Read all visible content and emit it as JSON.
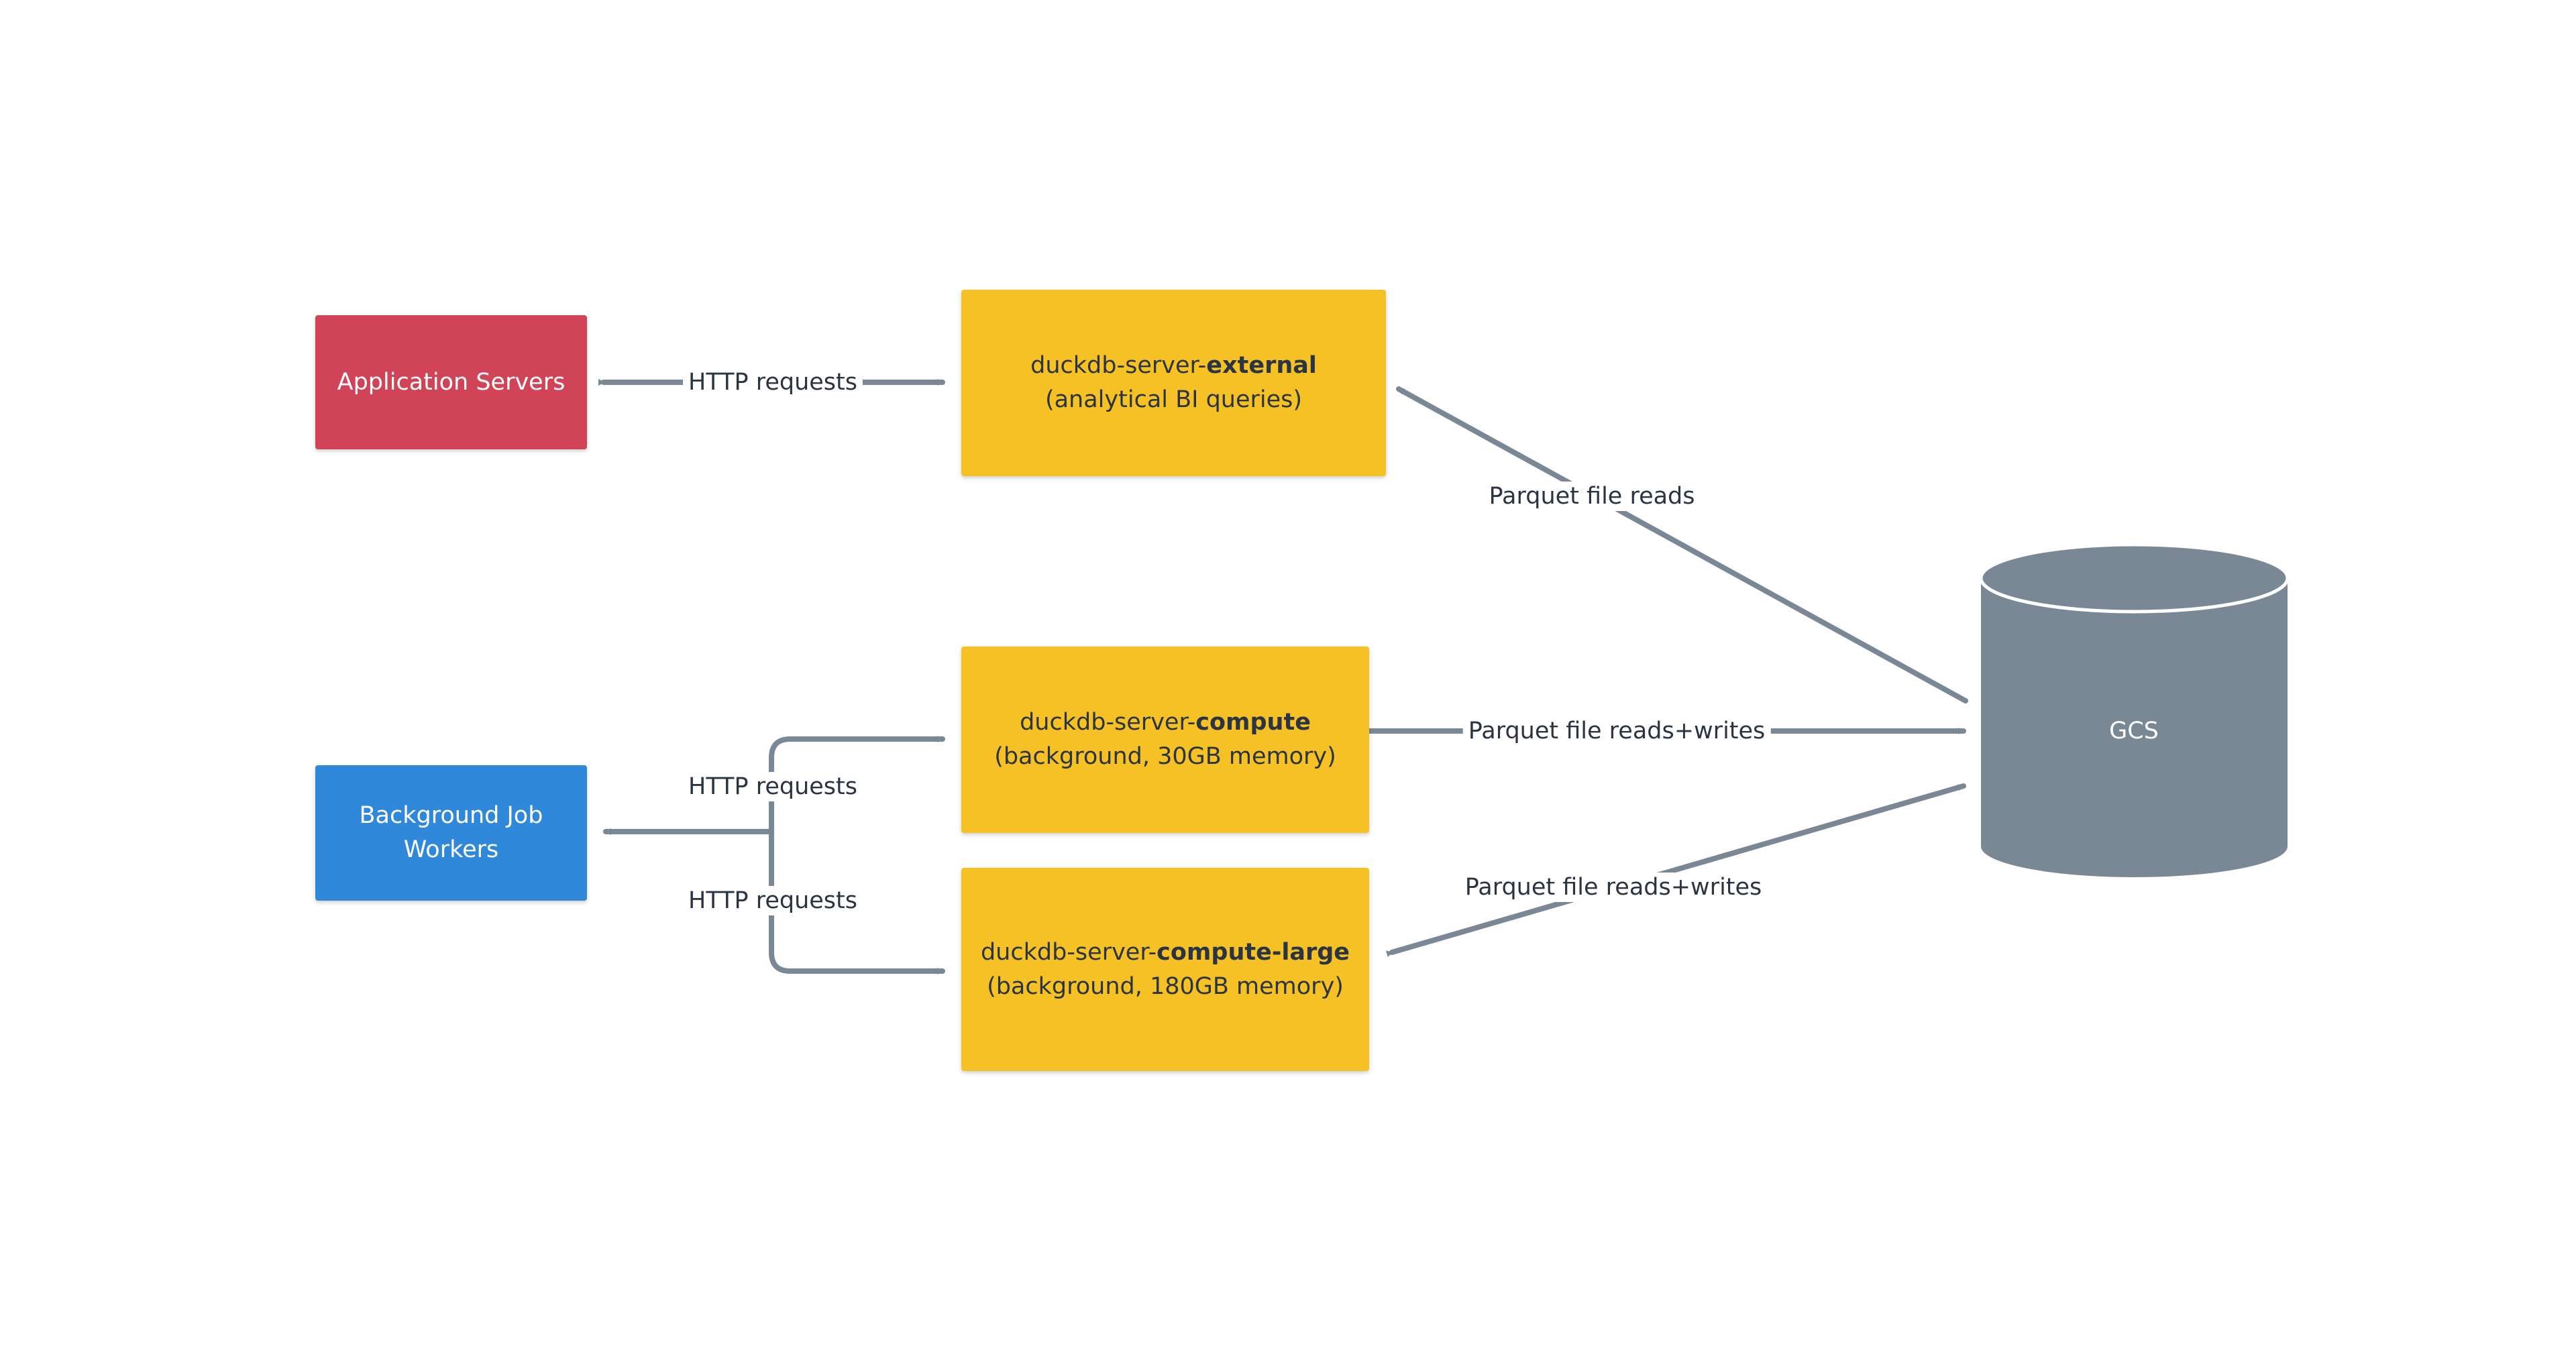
{
  "colors": {
    "application_servers": "#d14458",
    "background_workers": "#2f88d9",
    "duckdb_server": "#f6c125",
    "gcs": "#7a8896",
    "arrow": "#7a8896",
    "text_dark": "#2b3442"
  },
  "nodes": {
    "application_servers": {
      "label": "Application Servers"
    },
    "background_workers": {
      "line1": "Background Job",
      "line2": "Workers"
    },
    "external": {
      "prefix": "duckdb-server-",
      "bold": "external",
      "subtitle": "(analytical BI queries)"
    },
    "compute": {
      "prefix": "duckdb-server-",
      "bold": "compute",
      "subtitle": "(background, 30GB memory)"
    },
    "compute_large": {
      "prefix": "duckdb-server-",
      "bold": "compute-large",
      "subtitle": "(background, 180GB memory)"
    },
    "gcs": {
      "label": "GCS",
      "shape": "cylinder"
    }
  },
  "edges": {
    "app_to_external": "HTTP requests",
    "workers_to_compute": "HTTP requests",
    "workers_to_compute_large": "HTTP requests",
    "gcs_to_external": "Parquet file reads",
    "gcs_to_compute": "Parquet file reads+writes",
    "gcs_to_compute_large": "Parquet file reads+writes"
  }
}
